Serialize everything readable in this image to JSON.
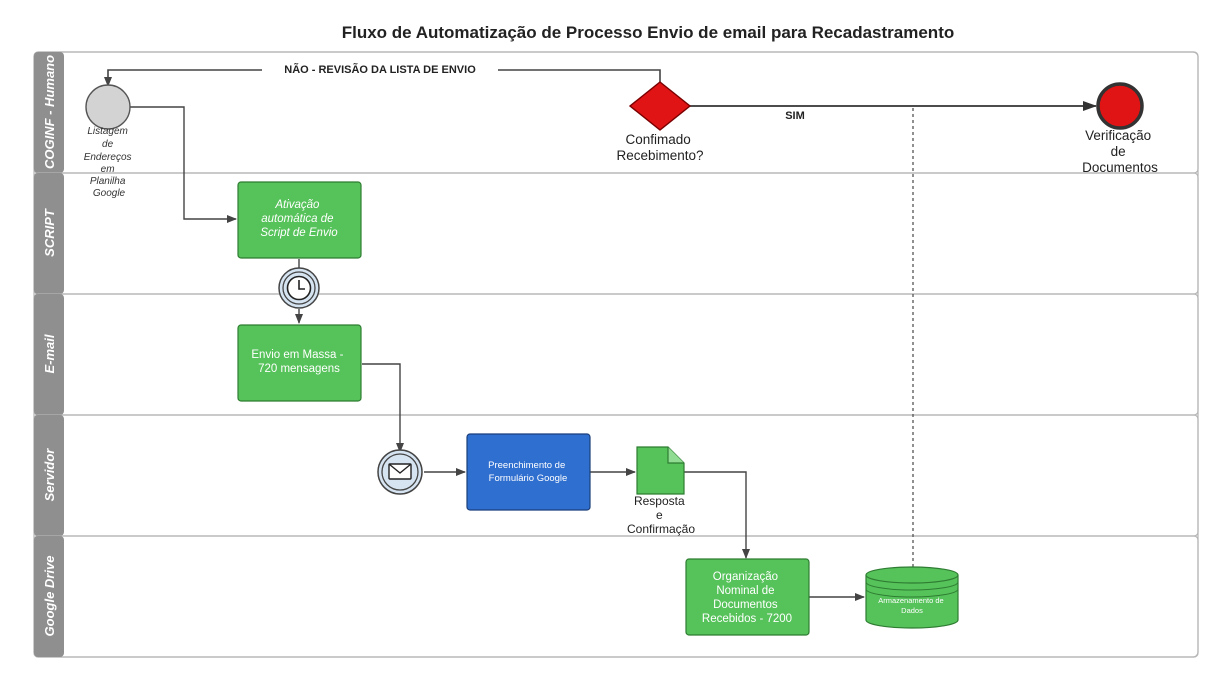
{
  "title": "Fluxo de Automatização de Processo  Envio de  email para Recadastramento",
  "lanes": [
    {
      "label": "COGINF - Humano"
    },
    {
      "label": "SCRIPT"
    },
    {
      "label": "E-mail"
    },
    {
      "label": "Servidor"
    },
    {
      "label": "Google Drive"
    }
  ],
  "start_event": {
    "lines": [
      "Listagem",
      "de",
      "Endereços",
      "em",
      "Planilha",
      "Google"
    ]
  },
  "gateway": {
    "lines": [
      "Confimado",
      "Recebimento?"
    ]
  },
  "end_event": {
    "lines": [
      "Verificação",
      "de",
      "Documentos"
    ]
  },
  "flows": {
    "no_label": "NÃO - REVISÃO DA LISTA DE ENVIO",
    "yes_label": "SIM"
  },
  "tasks": {
    "script": {
      "lines": [
        "Ativação",
        "automática de",
        "Script de Envio"
      ]
    },
    "email": {
      "lines": [
        "Envio em Massa -",
        "720 mensagens"
      ]
    },
    "form": {
      "lines": [
        "Preenchimento de",
        "Formulário Google"
      ]
    },
    "organize": {
      "lines": [
        "Organização",
        "Nominal de",
        "Documentos",
        "Recebidos - 7200"
      ]
    }
  },
  "document": {
    "lines": [
      "Resposta",
      "e",
      "Confirmação"
    ]
  },
  "datastore": {
    "lines": [
      "Armazenamento de",
      "Dados"
    ]
  },
  "colors": {
    "lane_header": "#8f8f8f",
    "task_green": "#56c25a",
    "task_blue": "#2f6fd0",
    "gateway_red": "#e01414",
    "end_red": "#e01414",
    "start_grey": "#d3d3d3",
    "event_blue": "#d6e4f2"
  },
  "icons": {
    "timer": "clock-icon",
    "message": "envelope-icon"
  }
}
